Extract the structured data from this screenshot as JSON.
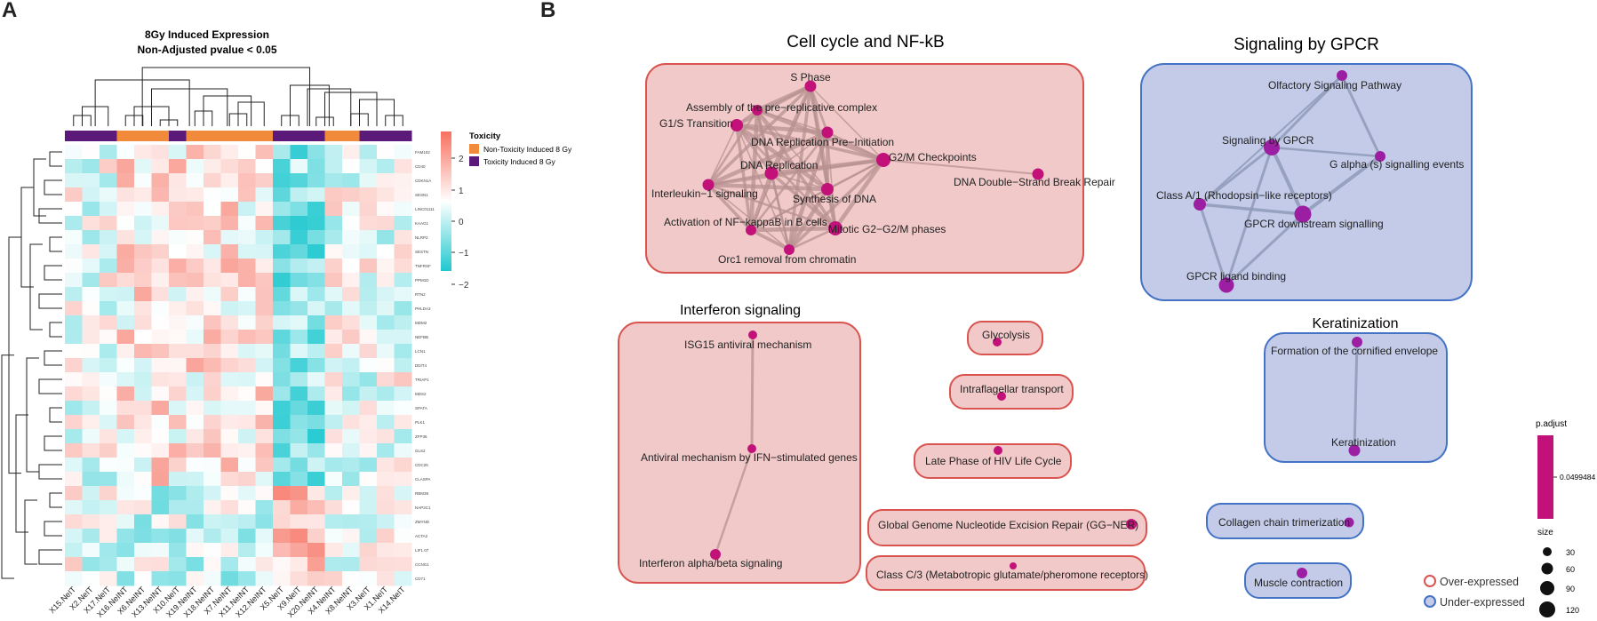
{
  "panel_a": {
    "letter": "A",
    "title": "8Gy Induced Expression",
    "subtitle": "Non-Adjusted pvalue < 0.05",
    "legend_title": "Toxicity",
    "legend_items": [
      {
        "label": "Non-Toxicity Induced 8 Gy",
        "color": "#f28a3c"
      },
      {
        "label": "Toxicity Induced 8 Gy",
        "color": "#5b1a7a"
      }
    ],
    "scale_ticks": [
      "2",
      "1",
      "0",
      "−1",
      "−2"
    ],
    "samples": [
      "X15.NeIT",
      "X2.NeIT",
      "X17.NeIT",
      "X16.NeINT",
      "X6.NeINT",
      "X13.NeINT",
      "X10.NeIT",
      "X19.NeINT",
      "X18.NeINT",
      "X7.NeINT",
      "X11.NeINT",
      "X12.NeINT",
      "X5.NeIT",
      "X9.NeIT",
      "X20.NeINT",
      "X4.NeINT",
      "X8.NeINT",
      "X3.NeIT",
      "X1.NeIT",
      "X14.NeIT"
    ],
    "groups": [
      "T",
      "T",
      "T",
      "N",
      "N",
      "N",
      "T",
      "N",
      "N",
      "N",
      "N",
      "N",
      "T",
      "T",
      "T",
      "N",
      "N",
      "T",
      "T",
      "T"
    ],
    "genes": [
      "FAM102",
      "CD40",
      "CDKN1A",
      "SESN1",
      "LINC01111",
      "KAAG1",
      "NLRP2",
      "SESTN",
      "TNFRSF",
      "PPM1D",
      "RTN2",
      "PHLDA3",
      "MDM2",
      "NEFBB",
      "LCN1",
      "DDIT4",
      "TRIAP1",
      "MDS2",
      "SPATA",
      "PLK1",
      "ZFP36",
      "GLS2",
      "CDC25",
      "CLASPA",
      "RBM38",
      "NAP2C1",
      "ZMYND",
      "ACTA2",
      "LIF1.07",
      "CCNG1",
      "CD71"
    ]
  },
  "panel_b": {
    "letter": "B",
    "groups": {
      "cellcycle": "Cell cycle and NF-kB",
      "gpcr": "Signaling by GPCR",
      "interferon": "Interferon signaling",
      "keratinization": "Keratinization"
    },
    "nodes": {
      "sphase": "S Phase",
      "assembly": "Assembly of the pre−replicative complex",
      "g1s": "G1/S Transition",
      "dnarepini": "DNA Replication Pre−Initiation",
      "g2m": "G2/M Checkpoints",
      "dnarep": "DNA Replication",
      "dsb": "DNA Double−Strand Break Repair",
      "il1": "Interleukin−1 signaling",
      "synth": "Synthesis of DNA",
      "nfkb": "Activation of NF−kappaB in B cells",
      "mitotic": "Mitotic G2−G2/M phases",
      "orc1": "Orc1 removal from chromatin",
      "olfactory": "Olfactory Signaling Pathway",
      "sigGpcr": "Signaling by GPCR",
      "galpha": "G alpha (s) signalling events",
      "classA": "Class A/1 (Rhodopsin−like receptors)",
      "downstream": "GPCR downstream signalling",
      "ligand": "GPCR ligand binding",
      "isg15": "ISG15 antiviral mechanism",
      "antiviral": "Antiviral mechanism by IFN−stimulated genes",
      "ifnab": "Interferon alpha/beta signaling",
      "cornified": "Formation of the cornified envelope",
      "keratin": "Keratinization",
      "glycolysis": "Glycolysis",
      "intraflag": "Intraflagellar transport",
      "hiv": "Late Phase of HIV Life Cycle",
      "ggner": "Global Genome Nucleotide Excision Repair (GG−NER)",
      "classC": "Class C/3 (Metabotropic glutamate/pheromone receptors)",
      "collagen": "Collagen chain trimerization",
      "muscle": "Muscle contraction"
    },
    "legend": {
      "padjust_title": "p.adjust",
      "padjust_value": "0.0499484",
      "size_title": "size",
      "sizes": [
        "30",
        "60",
        "90",
        "120"
      ],
      "over": "Over-expressed",
      "under": "Under-expressed"
    },
    "colors": {
      "over_fill": "#f2c9c9",
      "over_border": "#d9534f",
      "under_fill": "#c3cbe8",
      "under_border": "#4472c4",
      "node": "#c2127a",
      "edge_over": "#b79090",
      "edge_under": "#8f9bb8"
    }
  }
}
